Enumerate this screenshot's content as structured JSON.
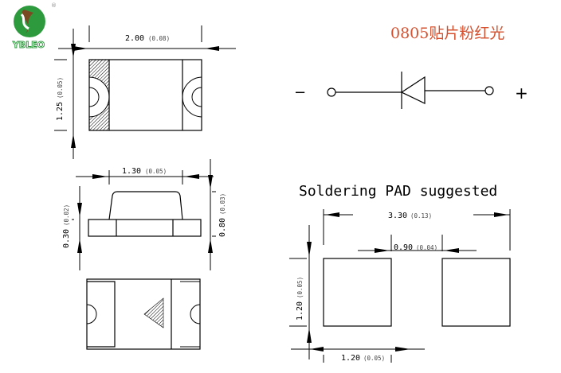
{
  "brand": {
    "name": "YBLEO",
    "registered": "®",
    "green": "#2e9a3e",
    "brown": "#7a4a22"
  },
  "title": {
    "text": "0805贴片粉红光",
    "color": "#d4502e"
  },
  "top_view": {
    "width_dim": "2.00",
    "width_dim_in": "(0.08)",
    "height_dim": "1.25",
    "height_dim_in": "(0.05)"
  },
  "side_view": {
    "lens_dim": "1.30",
    "lens_dim_in": "(0.05)",
    "base_dim": "0.30",
    "base_dim_in": "(0.02)",
    "total_dim": "0.80",
    "total_dim_in": "(0.03)"
  },
  "schematic": {
    "minus": "−",
    "plus": "+"
  },
  "pad": {
    "heading": "Soldering PAD suggested",
    "span": "3.30",
    "span_in": "(0.13)",
    "gap": "0.90",
    "gap_in": "(0.04)",
    "height": "1.20",
    "height_in": "(0.05)",
    "width": "1.20",
    "width_in": "(0.05)"
  }
}
